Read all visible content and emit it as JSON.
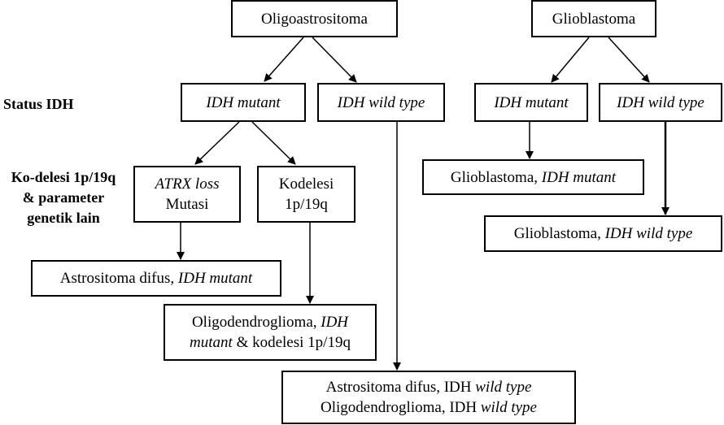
{
  "side_labels": {
    "status_idh": "Status IDH",
    "codeletion_line1": "Ko-delesi 1p/19q",
    "codeletion_line2": "& parameter",
    "codeletion_line3": "genetik lain"
  },
  "nodes": {
    "oligoastrocytoma": "Oligoastrositoma",
    "glioblastoma": "Glioblastoma",
    "left_idh_mutant": "IDH mutant",
    "left_idh_wild": "IDH wild type",
    "right_idh_mutant": "IDH mutant",
    "right_idh_wild": "IDH wild type",
    "atrx_loss": "ATRX loss",
    "atrx_mutasi": "Mutasi",
    "kodelesi_line1": "Kodelesi",
    "kodelesi_line2": "1p/19q",
    "gbm_mutant_prefix": "Glioblastoma, ",
    "gbm_mutant_italic": "IDH mutant",
    "gbm_wild_prefix": "Glioblastoma, ",
    "gbm_wild_italic": "IDH wild type",
    "astro_difus_prefix": "Astrositoma difus, ",
    "astro_difus_italic": "IDH mutant",
    "oligo_line1_prefix": "Oligodendroglioma, ",
    "oligo_line1_italic": "IDH",
    "oligo_line2_italic": "mutant",
    "oligo_line2_suffix": " & kodelesi 1p/19q",
    "bottom_line1_prefix": "Astrositoma difus, IDH ",
    "bottom_line1_italic": "wild type",
    "bottom_line2_prefix": "Oligodendroglioma, IDH ",
    "bottom_line2_italic": "wild type"
  }
}
